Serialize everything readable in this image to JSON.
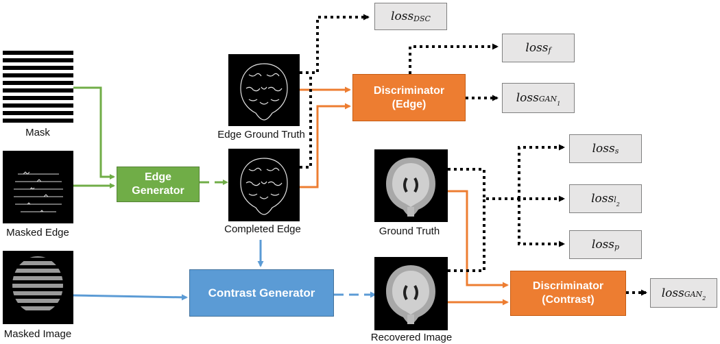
{
  "labels": {
    "mask": "Mask",
    "masked_edge": "Masked Edge",
    "masked_image": "Masked Image",
    "edge_ground_truth": "Edge Ground Truth",
    "completed_edge": "Completed Edge",
    "ground_truth": "Ground Truth",
    "recovered_image": "Recovered  Image"
  },
  "boxes": {
    "edge_generator": [
      "Edge",
      "Generator"
    ],
    "contrast_generator": "Contrast Generator",
    "discriminator_edge": [
      "Discriminator",
      "(Edge)"
    ],
    "discriminator_contrast": [
      "Discriminator",
      "(Contrast)"
    ]
  },
  "losses": {
    "dsc": {
      "base": "loss",
      "sub": "DSC"
    },
    "f": {
      "base": "loss",
      "sub": "f"
    },
    "gan1": {
      "base": "loss",
      "sub": "GAN",
      "subsub": "1"
    },
    "s": {
      "base": "loss",
      "sub": "s"
    },
    "l2": {
      "base": "loss",
      "sub": "l",
      "subsub": "2"
    },
    "p": {
      "base": "loss",
      "sub": "p"
    },
    "gan2": {
      "base": "loss",
      "sub": "GAN",
      "subsub": "2"
    }
  },
  "colors": {
    "green": "#70ad47",
    "blue": "#5b9bd5",
    "orange": "#ed7d31",
    "loss_fill": "#e7e6e6",
    "dotted": "#000000"
  }
}
